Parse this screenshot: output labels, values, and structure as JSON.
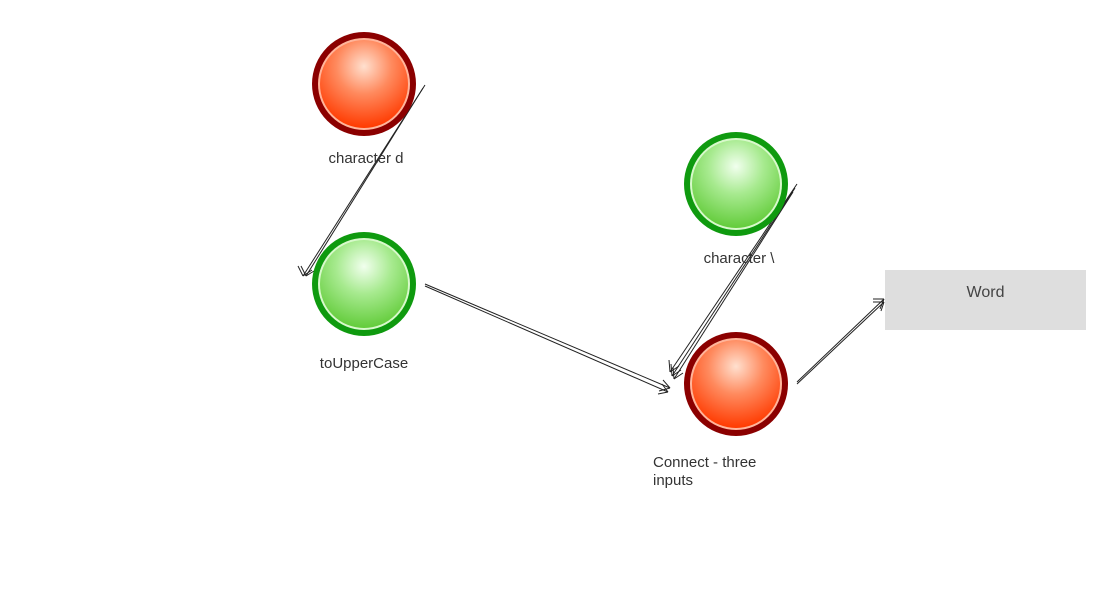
{
  "diagram": {
    "nodes": [
      {
        "id": "char-d",
        "label": "character  d",
        "status": "inactive",
        "color": "red"
      },
      {
        "id": "to-upper",
        "label": "toUpperCase",
        "status": "active",
        "color": "green"
      },
      {
        "id": "char-backslash",
        "label": "character  \\",
        "status": "active",
        "color": "green"
      },
      {
        "id": "connect",
        "label": "Connect - three inputs",
        "status": "inactive",
        "color": "red"
      }
    ],
    "output": {
      "id": "word",
      "label": "Word"
    },
    "edges": [
      {
        "from": "char-d",
        "to": "to-upper"
      },
      {
        "from": "to-upper",
        "to": "connect"
      },
      {
        "from": "char-backslash",
        "to": "connect"
      },
      {
        "from": "connect",
        "to": "word"
      }
    ]
  },
  "colors": {
    "red_ring": "#8b0000",
    "green_ring": "#0f9a0f",
    "edge": "#222222",
    "output_box": "#dedede"
  }
}
